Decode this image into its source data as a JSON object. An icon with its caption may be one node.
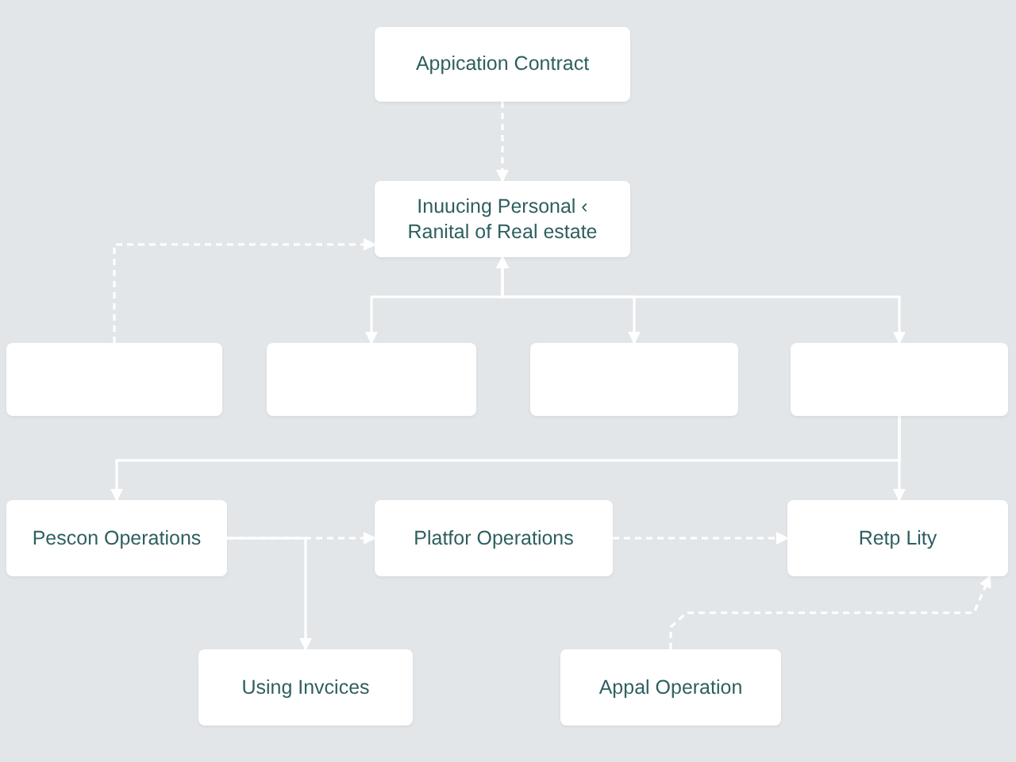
{
  "diagram": {
    "nodes": [
      {
        "text": [
          "Appication Contract"
        ]
      },
      {
        "text": [
          "Inuucing Personal ‹ Ranital of Real estate"
        ]
      },
      {
        "text": [],
        "shape": "box"
      },
      {
        "text": [],
        "shape": "box"
      },
      {
        "text": [],
        "shape": "box"
      },
      {
        "text": [],
        "shape": "box"
      },
      {
        "text": [
          "Pescon Operations"
        ]
      },
      {
        "text": [
          "Platfor Operations"
        ]
      },
      {
        "text": [
          "Retp Lity"
        ]
      },
      {
        "text": [
          "Using Invcices"
        ]
      },
      {
        "text": [
          "Appal Operation"
        ]
      }
    ],
    "edges": [
      {
        "from": 0,
        "to": 1,
        "arrow": "to",
        "style": "dashed"
      },
      {
        "from": 1,
        "to": 3,
        "arrow": "both"
      },
      {
        "from": 1,
        "to": 4,
        "arrow": "both"
      },
      {
        "from": 1,
        "to": 5,
        "arrow": "both"
      },
      {
        "from": 2,
        "to": 1,
        "arrow": "to",
        "style": "dashed"
      },
      {
        "from": 5,
        "to": 6,
        "arrow": "to"
      },
      {
        "from": 5,
        "to": 8,
        "arrow": "to"
      },
      {
        "from": 6,
        "to": 7,
        "arrow": "to",
        "style": "dashed"
      },
      {
        "from": 6,
        "to": 9,
        "arrow": "to"
      },
      {
        "from": 7,
        "to": 8,
        "arrow": "to",
        "style": "dashed"
      },
      {
        "from": 10,
        "to": 8,
        "arrow": "to",
        "style": "dashed"
      }
    ]
  }
}
